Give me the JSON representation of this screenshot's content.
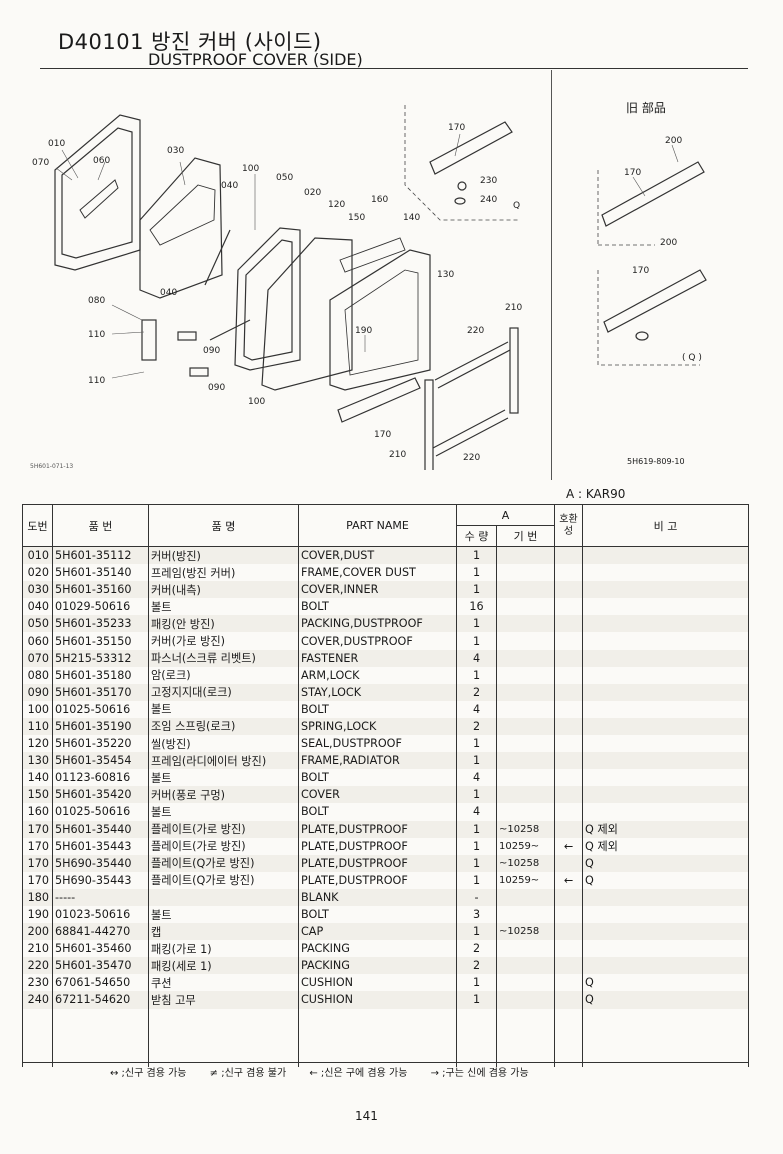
{
  "header": {
    "code_title": "D40101 방진 커버 (사이드)",
    "en_title": "DUSTPROOF COVER (SIDE)",
    "old_parts_label": "旧 部品",
    "fig_left": "5H601-071-13",
    "fig_right": "5H619-809-10",
    "model": "A : KAR90"
  },
  "callouts": {
    "c010": "010",
    "c070": "070",
    "c060": "060",
    "c030": "030",
    "c040a": "040",
    "c100a": "100",
    "c050": "050",
    "c020": "020",
    "c120": "120",
    "c160": "160",
    "c150": "150",
    "c140": "140",
    "c080": "080",
    "c040b": "040",
    "c110a": "110",
    "c090a": "090",
    "c110b": "110",
    "c090b": "090",
    "c100b": "100",
    "c190": "190",
    "c130": "130",
    "c170a": "170",
    "c210a": "210",
    "c220a": "220",
    "c210b": "210",
    "c220b": "220",
    "c170b": "170",
    "c230": "230",
    "c240": "240",
    "cq1": "Q",
    "c200a": "200",
    "c170c": "170",
    "c200b": "200",
    "c170d": "170",
    "cq2": "( Q )"
  },
  "table": {
    "headers": {
      "no": "도번",
      "part_no": "품  번",
      "name": "품    명",
      "part_name": "PART  NAME",
      "a": "A",
      "qty": "수 량",
      "serial": "기 번",
      "exch": "호환성",
      "remarks": "비    고"
    },
    "rows": [
      {
        "no": "010",
        "part": "5H601-35112",
        "kname": "커버(방진)",
        "ename": "COVER,DUST",
        "qty": "1",
        "serial": "",
        "ex": "",
        "rem": ""
      },
      {
        "no": "020",
        "part": "5H601-35140",
        "kname": "프레임(방진 커버)",
        "ename": "FRAME,COVER DUST",
        "qty": "1",
        "serial": "",
        "ex": "",
        "rem": ""
      },
      {
        "no": "030",
        "part": "5H601-35160",
        "kname": "커버(내측)",
        "ename": "COVER,INNER",
        "qty": "1",
        "serial": "",
        "ex": "",
        "rem": ""
      },
      {
        "no": "040",
        "part": "01029-50616",
        "kname": "볼트",
        "ename": "BOLT",
        "qty": "16",
        "serial": "",
        "ex": "",
        "rem": ""
      },
      {
        "no": "050",
        "part": "5H601-35233",
        "kname": "패킹(안 방진)",
        "ename": "PACKING,DUSTPROOF",
        "qty": "1",
        "serial": "",
        "ex": "",
        "rem": ""
      },
      {
        "no": "060",
        "part": "5H601-35150",
        "kname": "커버(가로 방진)",
        "ename": "COVER,DUSTPROOF",
        "qty": "1",
        "serial": "",
        "ex": "",
        "rem": ""
      },
      {
        "no": "070",
        "part": "5H215-53312",
        "kname": "파스너(스크류 리벳트)",
        "ename": "FASTENER",
        "qty": "4",
        "serial": "",
        "ex": "",
        "rem": ""
      },
      {
        "no": "080",
        "part": "5H601-35180",
        "kname": "암(로크)",
        "ename": "ARM,LOCK",
        "qty": "1",
        "serial": "",
        "ex": "",
        "rem": ""
      },
      {
        "no": "090",
        "part": "5H601-35170",
        "kname": "고정지지대(로크)",
        "ename": "STAY,LOCK",
        "qty": "2",
        "serial": "",
        "ex": "",
        "rem": ""
      },
      {
        "no": "100",
        "part": "01025-50616",
        "kname": "볼트",
        "ename": "BOLT",
        "qty": "4",
        "serial": "",
        "ex": "",
        "rem": ""
      },
      {
        "no": "110",
        "part": "5H601-35190",
        "kname": "조임 스프링(로크)",
        "ename": "SPRING,LOCK",
        "qty": "2",
        "serial": "",
        "ex": "",
        "rem": ""
      },
      {
        "no": "120",
        "part": "5H601-35220",
        "kname": "씰(방진)",
        "ename": "SEAL,DUSTPROOF",
        "qty": "1",
        "serial": "",
        "ex": "",
        "rem": ""
      },
      {
        "no": "130",
        "part": "5H601-35454",
        "kname": "프레임(라디에이터 방진)",
        "ename": "FRAME,RADIATOR",
        "qty": "1",
        "serial": "",
        "ex": "",
        "rem": ""
      },
      {
        "no": "140",
        "part": "01123-60816",
        "kname": "볼트",
        "ename": "BOLT",
        "qty": "4",
        "serial": "",
        "ex": "",
        "rem": ""
      },
      {
        "no": "150",
        "part": "5H601-35420",
        "kname": "커버(풍로 구멍)",
        "ename": "COVER",
        "qty": "1",
        "serial": "",
        "ex": "",
        "rem": ""
      },
      {
        "no": "160",
        "part": "01025-50616",
        "kname": "볼트",
        "ename": "BOLT",
        "qty": "4",
        "serial": "",
        "ex": "",
        "rem": ""
      },
      {
        "no": "170",
        "part": "5H601-35440",
        "kname": "플레이트(가로 방진)",
        "ename": "PLATE,DUSTPROOF",
        "qty": "1",
        "serial": "~10258",
        "ex": "",
        "rem": "Q 제외"
      },
      {
        "no": "170",
        "part": "5H601-35443",
        "kname": "플레이트(가로 방진)",
        "ename": "PLATE,DUSTPROOF",
        "qty": "1",
        "serial": "10259~",
        "ex": "←",
        "rem": "Q 제외"
      },
      {
        "no": "170",
        "part": "5H690-35440",
        "kname": "플레이트(Q가로 방진)",
        "ename": "PLATE,DUSTPROOF",
        "qty": "1",
        "serial": "~10258",
        "ex": "",
        "rem": "Q"
      },
      {
        "no": "170",
        "part": "5H690-35443",
        "kname": "플레이트(Q가로 방진)",
        "ename": "PLATE,DUSTPROOF",
        "qty": "1",
        "serial": "10259~",
        "ex": "←",
        "rem": "Q"
      },
      {
        "no": "180",
        "part": "-----",
        "kname": "",
        "ename": "BLANK",
        "qty": "-",
        "serial": "",
        "ex": "",
        "rem": ""
      },
      {
        "no": "190",
        "part": "01023-50616",
        "kname": "볼트",
        "ename": "BOLT",
        "qty": "3",
        "serial": "",
        "ex": "",
        "rem": ""
      },
      {
        "no": "200",
        "part": "68841-44270",
        "kname": "캡",
        "ename": "CAP",
        "qty": "1",
        "serial": "~10258",
        "ex": "",
        "rem": ""
      },
      {
        "no": "210",
        "part": "5H601-35460",
        "kname": "패킹(가로 1)",
        "ename": "PACKING",
        "qty": "2",
        "serial": "",
        "ex": "",
        "rem": ""
      },
      {
        "no": "220",
        "part": "5H601-35470",
        "kname": "패킹(세로 1)",
        "ename": "PACKING",
        "qty": "2",
        "serial": "",
        "ex": "",
        "rem": ""
      },
      {
        "no": "230",
        "part": "67061-54650",
        "kname": "쿠션",
        "ename": "CUSHION",
        "qty": "1",
        "serial": "",
        "ex": "",
        "rem": "Q"
      },
      {
        "no": "240",
        "part": "67211-54620",
        "kname": "받침 고무",
        "ename": "CUSHION",
        "qty": "1",
        "serial": "",
        "ex": "",
        "rem": "Q"
      }
    ]
  },
  "legend": {
    "l1": "↔ ;신구 겸용 가능",
    "l2": "≠ ;신구 겸용 불가",
    "l3": "← ;신은 구에 겸용 가능",
    "l4": "→ ;구는 신에 겸용 가능"
  },
  "page_number": "141"
}
